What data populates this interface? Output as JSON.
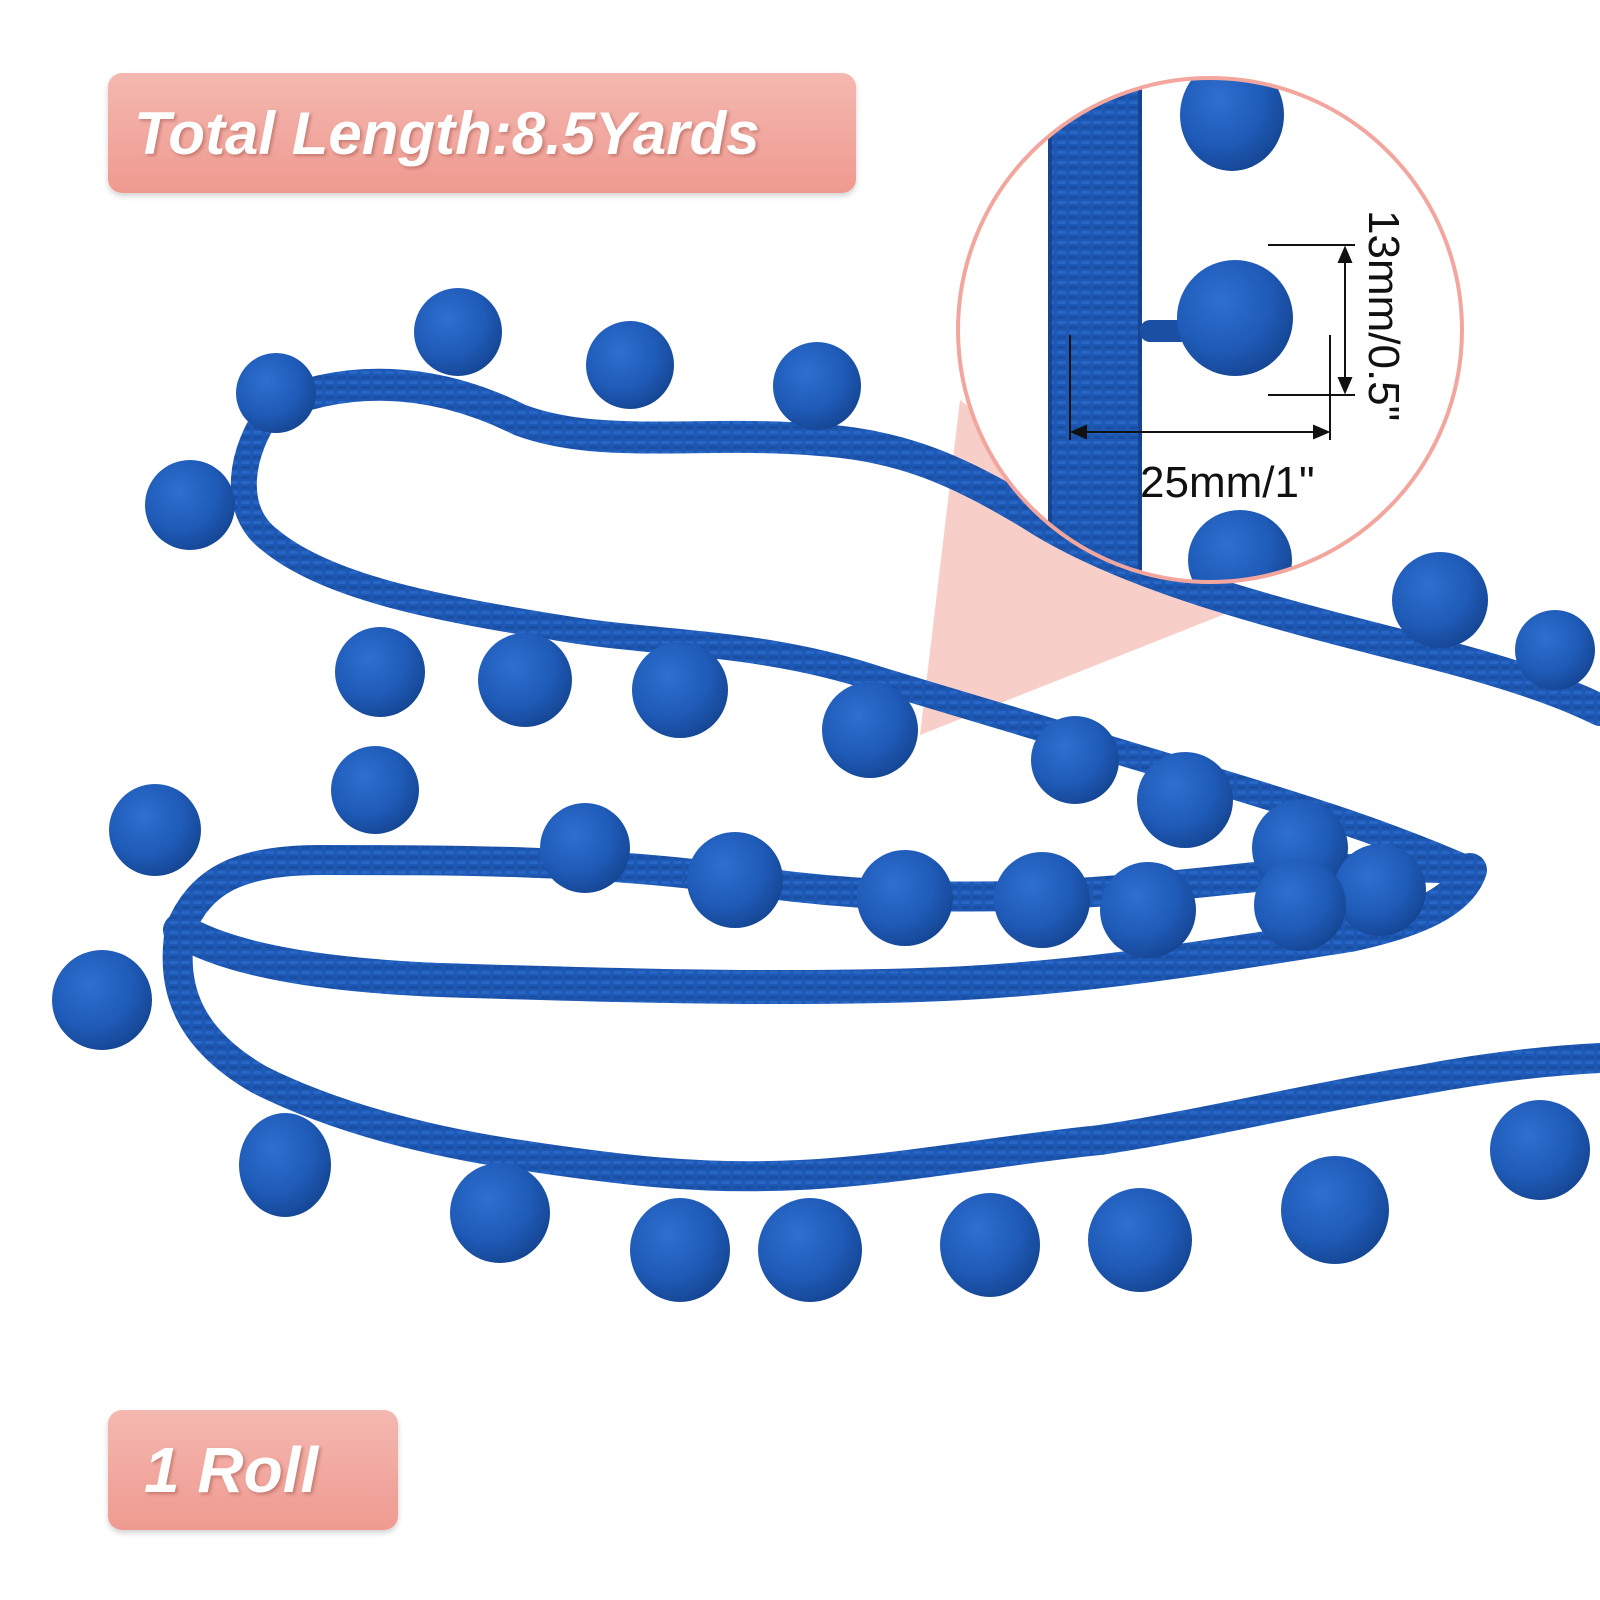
{
  "labels": {
    "total_length": "Total Length:8.5Yards",
    "quantity": "1 Roll"
  },
  "dimensions": {
    "width": "25mm/1\"",
    "height": "13mm/0.5\""
  },
  "colors": {
    "pompom": "#1f5bb8",
    "badge": "#f0a79d",
    "zoom_ring": "#f2a69d"
  },
  "zoom": {
    "inset": "magnified-trim-detail"
  }
}
